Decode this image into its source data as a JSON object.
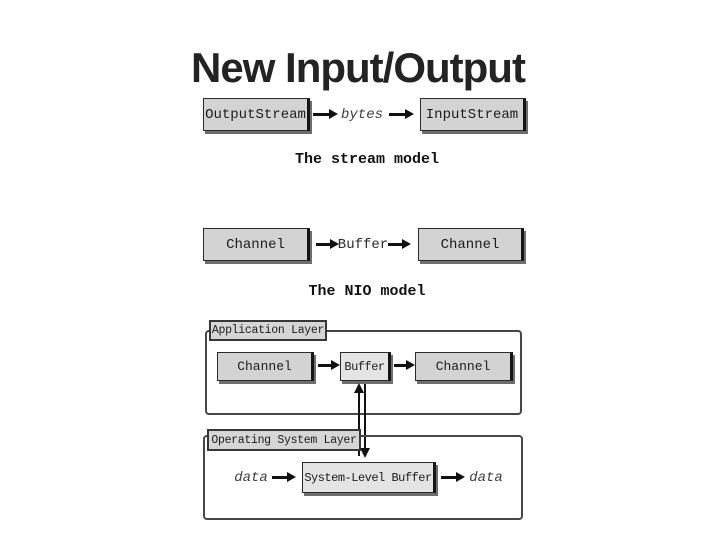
{
  "slide": {
    "title": "New Input/Output"
  },
  "stream_model": {
    "source_box": "OutputStream",
    "middle_label": "bytes",
    "dest_box": "InputStream",
    "caption": "The stream model"
  },
  "nio_model": {
    "source_box": "Channel",
    "middle_label": "Buffer",
    "dest_box": "Channel",
    "caption": "The NIO model"
  },
  "layered_model": {
    "application_layer": {
      "label": "Application Layer",
      "source_box": "Channel",
      "buffer_box": "Buffer",
      "dest_box": "Channel"
    },
    "os_layer": {
      "label": "Operating System Layer",
      "input_label": "data",
      "buffer_box": "System-Level Buffer",
      "output_label": "data"
    }
  },
  "icons": {
    "right_arrow": "arrow-right-icon",
    "up_arrow": "arrow-up-icon",
    "down_arrow": "arrow-down-icon"
  },
  "colors": {
    "background": "#ffffff",
    "title_text": "#232323",
    "box_fill": "#d3d3d3",
    "buffer_box_fill": "#e4e4e4",
    "box_border": "#2b2b2b",
    "box_shadow": "#6e6e6e",
    "arrow": "#111111",
    "italic_label": "#3f3f3f",
    "layer_border": "#474747"
  }
}
